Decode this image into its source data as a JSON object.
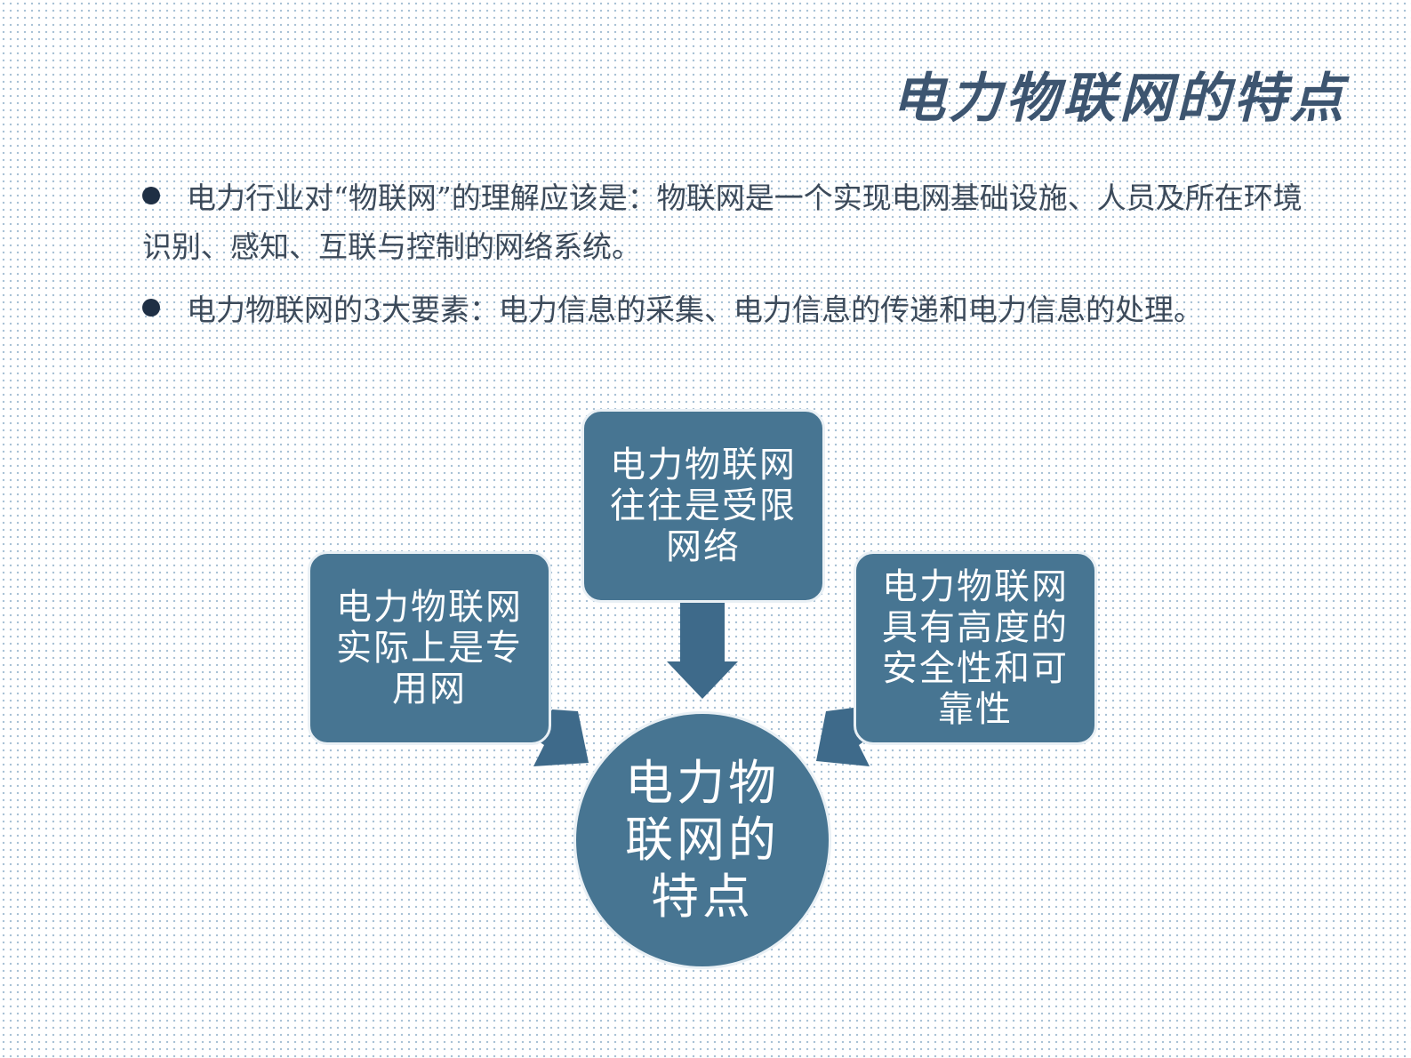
{
  "title": "电力物联网的特点",
  "bullets": [
    "电力行业对“物联网”的理解应该是：物联网是一个实现电网基础设施、人员及所在环境识别、感知、互联与控制的网络系统。",
    "电力物联网的3大要素：电力信息的采集、电力信息的传递和电力信息的处理。"
  ],
  "diagram": {
    "center": "电力物联网的特点",
    "top": "电力物联网往往是受限网络",
    "left": "电力物联网实际上是专用网",
    "right": "电力物联网具有高度的安全性和可靠性"
  },
  "colors": {
    "box_fill": "#477592",
    "arrow_fill": "#3e6a8a",
    "title": "#3d5570",
    "text": "#3c4a5a"
  }
}
